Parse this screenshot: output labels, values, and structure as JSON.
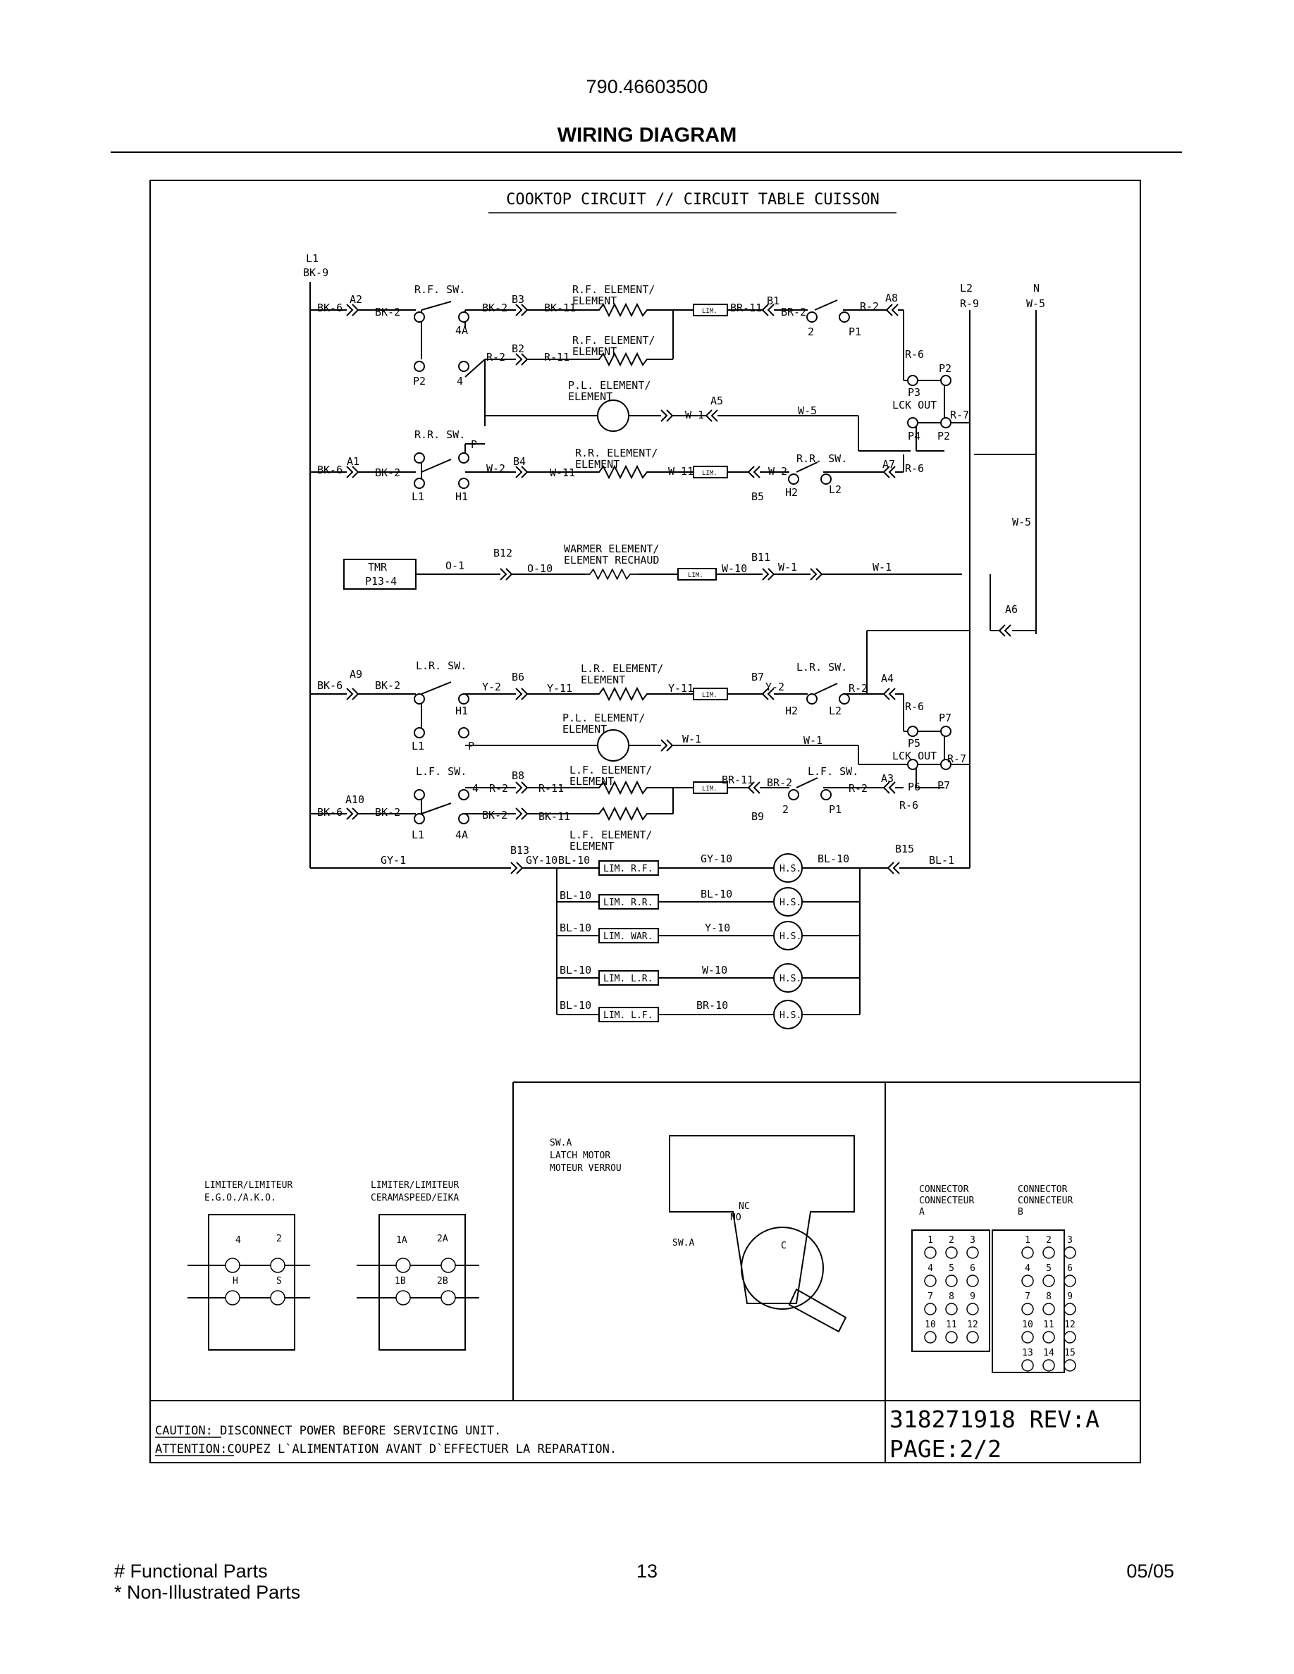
{
  "header": {
    "model": "790.46603500",
    "title": "WIRING DIAGRAM"
  },
  "diagram": {
    "title": "COOKTOP CIRCUIT // CIRCUIT TABLE CUISSON",
    "labels": {
      "l1": "L1",
      "bk9": "BK-9",
      "l2": "L2",
      "r9": "R-9",
      "n": "N",
      "w5": "W-5",
      "a2": "A2",
      "bk6": "BK-6",
      "bk2": "BK-2",
      "rfsw": "R.F. SW.",
      "b3": "B3",
      "bk11": "BK-11",
      "rf_el1": "R.F. ELEMENT/",
      "rf_el2": "ELEMENT",
      "lim": "LIM.",
      "br11": "BR-11",
      "b1": "B1",
      "br2": "BR-2",
      "r2": "R-2",
      "a8": "A8",
      "n4a": "4A",
      "n2": "2",
      "p1": "P1",
      "b2": "B2",
      "r11": "R-11",
      "p2": "P2",
      "n4": "4",
      "r6": "R-6",
      "pl_el1": "P.L. ELEMENT/",
      "pl_el2": "ELEMENT",
      "a5": "A5",
      "w1": "W-1",
      "p3": "P3",
      "lckout": "LCK OUT",
      "r7": "R-7",
      "p4": "P4",
      "rrsw": "R.R. SW.",
      "p": "P",
      "a1": "A1",
      "w2": "W-2",
      "b4": "B4",
      "w11": "W-11",
      "rr_el1": "R.R. ELEMENT/",
      "a7": "A7",
      "h1": "H1",
      "b5": "B5",
      "h2": "H2",
      "b12": "B12",
      "b11": "B11",
      "warm1": "WARMER ELEMENT/",
      "warm2": "ELEMENT RECHAUD",
      "tmr": "TMR",
      "p134": "P13-4",
      "o1": "O-1",
      "o10": "O-10",
      "w10": "W-10",
      "a6": "A6",
      "a9": "A9",
      "lrsw": "L.R. SW.",
      "y2": "Y-2",
      "b6": "B6",
      "y11": "Y-11",
      "lr_el1": "L.R. ELEMENT/",
      "b7": "B7",
      "a4": "A4",
      "p7": "P7",
      "p5": "P5",
      "p6": "P6",
      "a10": "A10",
      "lfsw": "L.F. SW.",
      "b8": "B8",
      "lf_el1": "L.F. ELEMENT/",
      "a3": "A3",
      "b9": "B9",
      "gy1": "GY-1",
      "b13": "B13",
      "gy10": "GY-10",
      "bl10": "BL-10",
      "b15": "B15",
      "bl1": "BL-1",
      "hs": "H.S.",
      "limrf": "LIM. R.F.",
      "limrr": "LIM. R.R.",
      "limwar": "LIM. WAR.",
      "limlr": "LIM. L.R.",
      "limlf": "LIM. L.F.",
      "y10": "Y-10",
      "br10": "BR-10"
    },
    "latch": {
      "l1": "SW.A",
      "l2": "LATCH MOTOR",
      "l3": "MOTEUR VERROU",
      "nc": "NC",
      "no": "NO",
      "c": "C",
      "swa": "SW.A"
    },
    "limiter_ego": {
      "t1": "LIMITER/LIMITEUR",
      "t2": "E.G.O./A.K.O.",
      "n4": "4",
      "n2": "2",
      "h": "H",
      "s": "S"
    },
    "limiter_cera": {
      "t1": "LIMITER/LIMITEUR",
      "t2": "CERAMASPEED/EIKA",
      "n1a": "1A",
      "n2a": "2A",
      "n1b": "1B",
      "n2b": "2B"
    },
    "connector_a": {
      "t1": "CONNECTOR",
      "t2": "CONNECTEUR",
      "t3": "A",
      "pins": [
        "1",
        "2",
        "3",
        "4",
        "5",
        "6",
        "7",
        "8",
        "9",
        "10",
        "11",
        "12"
      ]
    },
    "connector_b": {
      "t1": "CONNECTOR",
      "t2": "CONNECTEUR",
      "t3": "B",
      "pins": [
        "1",
        "2",
        "3",
        "4",
        "5",
        "6",
        "7",
        "8",
        "9",
        "10",
        "11",
        "12",
        "13",
        "14",
        "15"
      ]
    },
    "caution": {
      "label1": "CAUTION:",
      "text1": " DISCONNECT POWER BEFORE SERVICING UNIT.",
      "label2": "ATTENTION:",
      "text2": "COUPEZ L`ALIMENTATION AVANT D`EFFECTUER LA REPARATION."
    },
    "docnum": "318271918 REV:A",
    "page": "PAGE:2/2"
  },
  "footer": {
    "left1": "# Functional Parts",
    "left2": "* Non-Illustrated Parts",
    "page_number": "13",
    "date": "05/05"
  }
}
